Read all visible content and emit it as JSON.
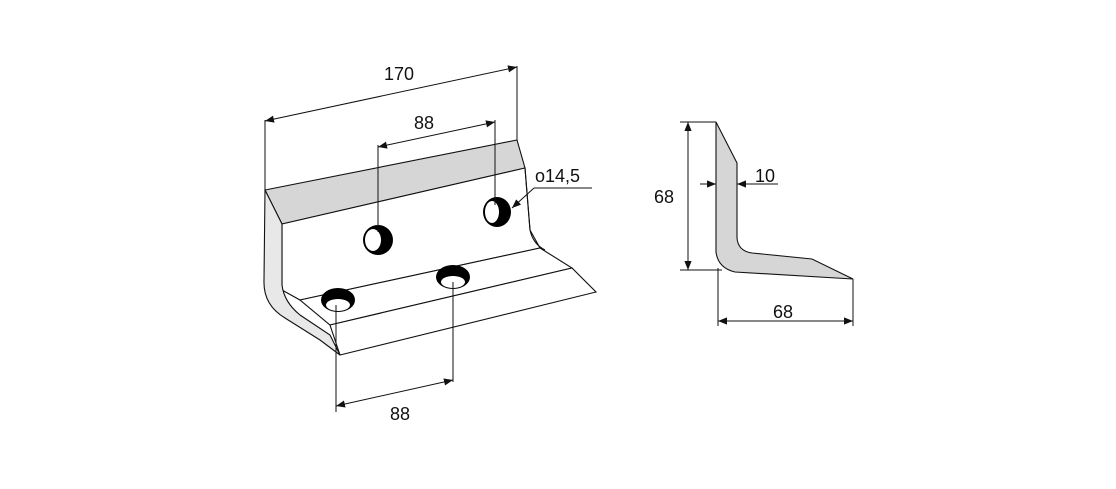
{
  "dimensions": {
    "total_length": "170",
    "upper_hole_spacing": "88",
    "lower_hole_spacing": "88",
    "hole_diameter": "o14,5",
    "profile_height": "68",
    "profile_width": "68",
    "thickness": "10"
  }
}
